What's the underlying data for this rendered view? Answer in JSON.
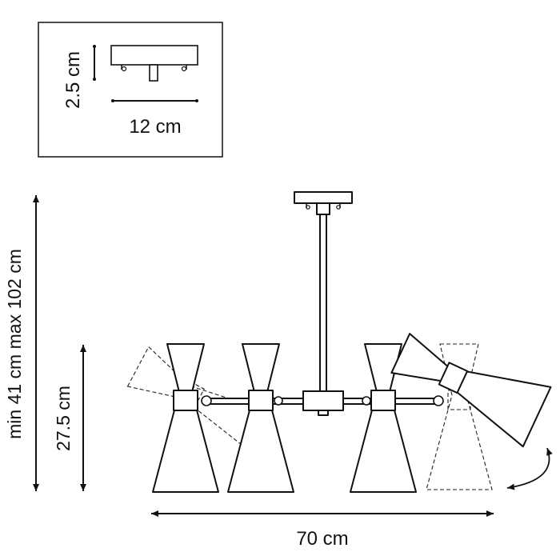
{
  "diagram": {
    "inset": {
      "height_label": "2.5 cm",
      "width_label": "12 cm"
    },
    "dimensions": {
      "total_height_label": "min 41 cm max 102 cm",
      "lamp_height_label": "27.5 cm",
      "width_label": "70 cm"
    },
    "colors": {
      "line": "#111111",
      "background": "#ffffff"
    },
    "icons": {
      "rotation": "curved-double-arrow-icon"
    }
  }
}
